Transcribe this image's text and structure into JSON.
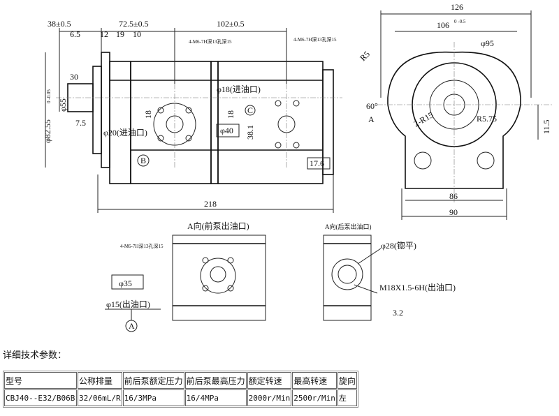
{
  "drawing": {
    "dim_38": "38±0.5",
    "dim_72_5": "72.5±0.5",
    "dim_102": "102±0.5",
    "dim_6_5": "6.5",
    "dim_12": "12",
    "dim_19": "19",
    "dim_10": "10",
    "thread_note_1": "4-M6-7H深13孔深15",
    "thread_note_2": "4-M6-7H深13孔深15",
    "dim_30": "30",
    "dim_82_55": "φ82.55",
    "dim_82_55_tol": "0 -0.05",
    "dim_55": "φ55",
    "dim_7_5": "7.5",
    "inlet_20": "φ20(进油口)",
    "dim_18a": "18",
    "label_b": "B",
    "inlet_18": "φ18(进油口)",
    "dim_18b": "18",
    "label_c": "C",
    "dim_38_1": "38.1",
    "dim_40": "φ40",
    "dim_17_6": "17.6",
    "dim_218": "218",
    "dim_126": "126",
    "dim_106": "106",
    "dim_106_tol": "0 -0.5",
    "dim_95": "φ95",
    "dim_r5": "R5",
    "dim_60": "60°",
    "label_a_right": "A",
    "dim_2r15": "2-R15",
    "dim_r5_75": "R5.75",
    "dim_11_5": "11.5",
    "dim_86": "86",
    "dim_90": "90",
    "view_a_front": "A向(前泵出油口)",
    "thread_note_3": "4-M6-7H深13孔深15",
    "dim_35": "φ35",
    "outlet_15": "φ15(出油口)",
    "label_a_bottom": "A",
    "view_a_rear": "A向(后泵出油口)",
    "dim_28": "φ28(锪平)",
    "outlet_m18": "M18X1.5-6H(出油口)",
    "rough_3_2": "3.2"
  },
  "specs": {
    "title": "详细技术参数：",
    "headers": [
      "型号",
      "公称排量",
      "前后泵额定压力",
      "前后泵最高压力",
      "额定转速",
      "最高转速",
      "旋向"
    ],
    "row": [
      "CBJ40--E32/B06B",
      "32/06mL/R",
      "16/3MPa",
      "16/4MPa",
      "2000r/Min",
      "2500r/Min",
      "左"
    ]
  }
}
